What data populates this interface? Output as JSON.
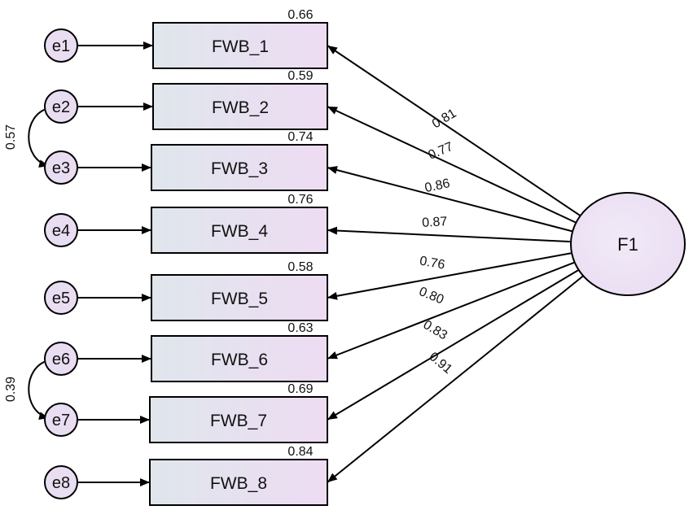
{
  "factor": {
    "label": "F1"
  },
  "indicators": [
    {
      "label": "FWB_1",
      "error": "e1",
      "r2": "0.66",
      "loading": "0.81"
    },
    {
      "label": "FWB_2",
      "error": "e2",
      "r2": "0.59",
      "loading": "0.77"
    },
    {
      "label": "FWB_3",
      "error": "e3",
      "r2": "0.74",
      "loading": "0.86"
    },
    {
      "label": "FWB_4",
      "error": "e4",
      "r2": "0.76",
      "loading": "0.87"
    },
    {
      "label": "FWB_5",
      "error": "e5",
      "r2": "0.58",
      "loading": "0.76"
    },
    {
      "label": "FWB_6",
      "error": "e6",
      "r2": "0.63",
      "loading": "0.80"
    },
    {
      "label": "FWB_7",
      "error": "e7",
      "r2": "0.69",
      "loading": "0.83"
    },
    {
      "label": "FWB_8",
      "error": "e8",
      "r2": "0.84",
      "loading": "0.91"
    }
  ],
  "covariances": [
    {
      "from": "e2",
      "to": "e3",
      "value": "0.57"
    },
    {
      "from": "e6",
      "to": "e7",
      "value": "0.39"
    }
  ],
  "colors": {
    "box_fill_left": "#dfe6ec",
    "box_fill_right": "#eedcf3",
    "ellipse_fill": "#e9ddf2",
    "stroke": "#000000"
  }
}
